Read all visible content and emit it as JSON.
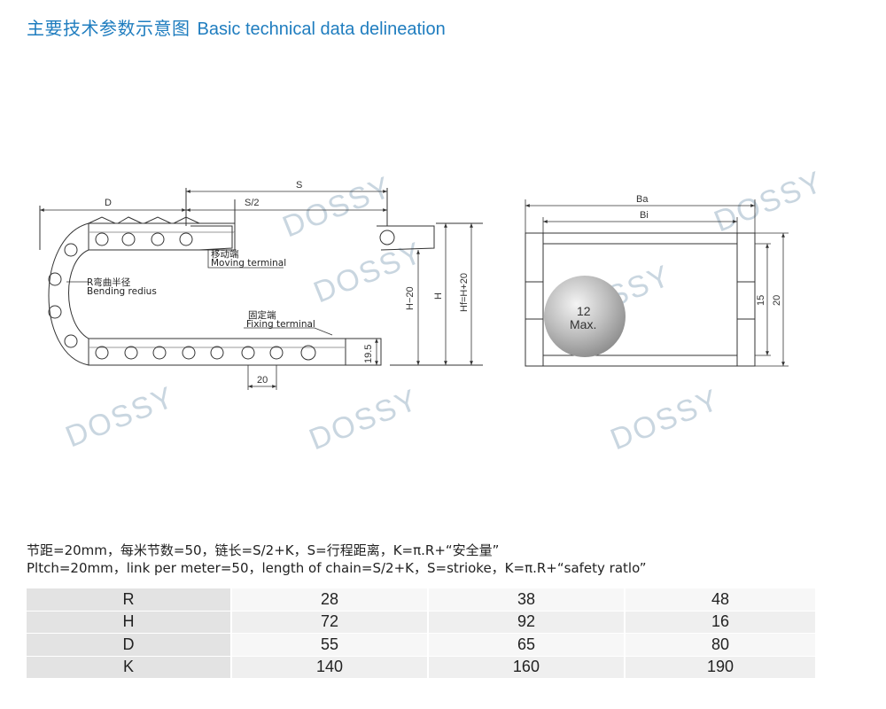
{
  "header": {
    "title_zh": "主要技术参数示意图",
    "title_en": "Basic technical data delineation"
  },
  "diagram": {
    "watermark": "DOSSY",
    "dims": {
      "D": "D",
      "S": "S",
      "S_half": "S/2",
      "H_minus": "H−20",
      "H": "H",
      "Hf": "Hf=H+20",
      "h19": "19.5",
      "pitch": "20",
      "Ba": "Ba",
      "Bi": "Bi",
      "d15": "15",
      "d20": "20"
    },
    "labels": {
      "moving_zh": "移动端",
      "moving_en": "Moving terminal",
      "radius_zh": "R弯曲半径",
      "radius_en": "Bending redius",
      "fixing_zh": "固定端",
      "fixing_en": "Fixing terminal",
      "ball_num": "12",
      "ball_max": "Max."
    }
  },
  "notes": {
    "line_zh": "节距=20mm，每米节数=50，链长=S/2+K，S=行程距离，K=π.R+“安全量”",
    "line_en": "Pltch=20mm，link per meter=50，length of chain=S/2+K，S=strioke，K=π.R+“safety ratlo”"
  },
  "table": {
    "rows": [
      {
        "label": "R",
        "values": [
          "28",
          "38",
          "48"
        ]
      },
      {
        "label": "H",
        "values": [
          "72",
          "92",
          "16"
        ]
      },
      {
        "label": "D",
        "values": [
          "55",
          "65",
          "80"
        ]
      },
      {
        "label": "K",
        "values": [
          "140",
          "160",
          "190"
        ]
      }
    ]
  }
}
